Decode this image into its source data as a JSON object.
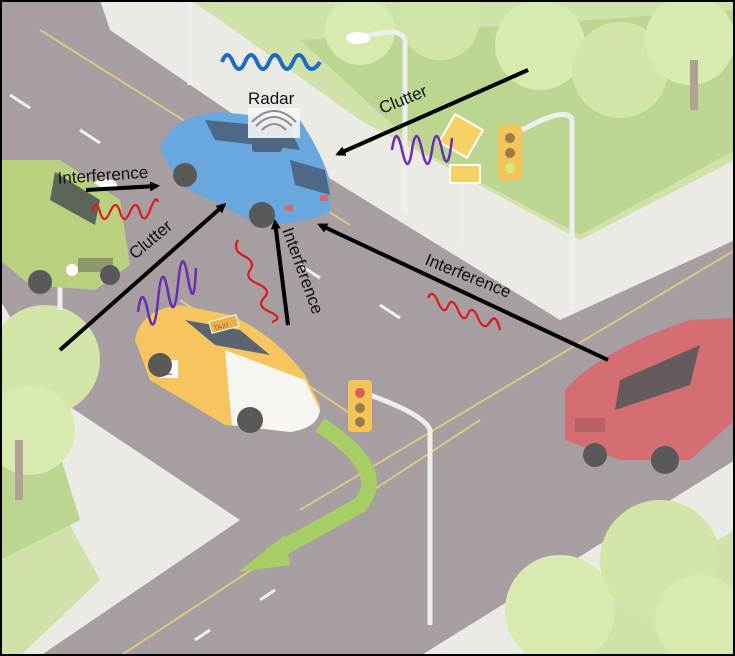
{
  "labels": {
    "radar": "Radar",
    "clutter_top": "Clutter",
    "clutter_left": "Clutter",
    "interference_left": "Interference",
    "interference_center": "Interference",
    "interference_right": "Interference"
  },
  "taxi_sign": "TAXI",
  "colors": {
    "road": "#8a7f82",
    "sidewalk": "#e6e3dc",
    "grass": "#bcd58a",
    "tree_light": "#c9df95",
    "radar_car": "#3c8fd8",
    "pickup": "#a8c75c",
    "taxi": "#f2b233",
    "red_car": "#c8464b",
    "clutter_wave": "#6a2db2",
    "interference_wave": "#e0181a",
    "radar_wave": "#1e6bc6",
    "arrow": "#000000",
    "turn_arrow": "#8ec13a"
  },
  "icons": [
    "radar-wave-icon",
    "clutter-wave-icon",
    "interference-wave-icon",
    "traffic-light-icon",
    "street-lamp-icon"
  ]
}
